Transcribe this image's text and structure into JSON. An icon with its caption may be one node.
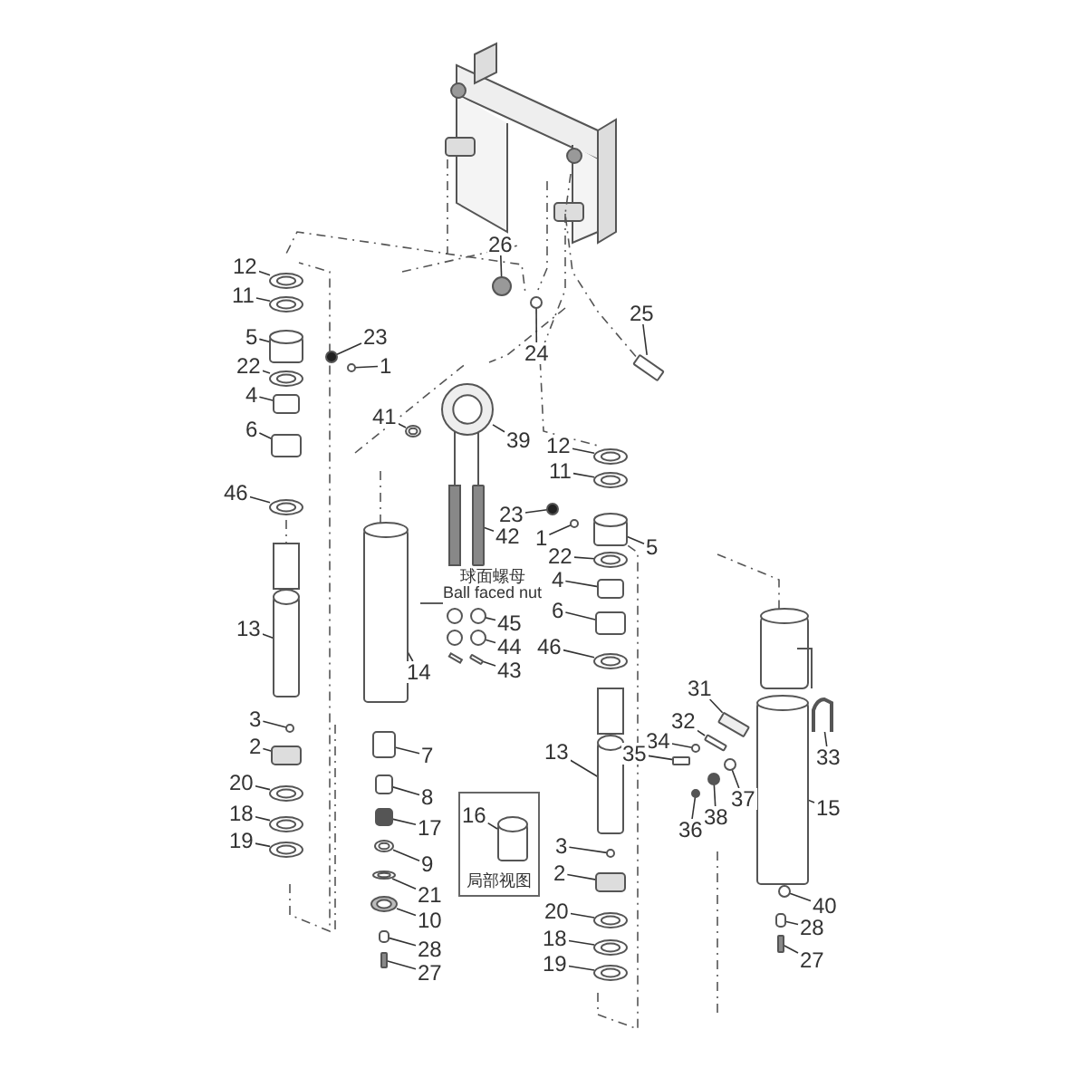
{
  "diagram": {
    "nodes": [
      {
        "text": [
          "12"
        ]
      },
      {
        "text": [
          "11"
        ]
      },
      {
        "text": [
          "5"
        ]
      },
      {
        "text": [
          "23"
        ]
      },
      {
        "text": [
          "1"
        ]
      },
      {
        "text": [
          "22"
        ]
      },
      {
        "text": [
          "4"
        ]
      },
      {
        "text": [
          "6"
        ]
      },
      {
        "text": [
          "46"
        ]
      },
      {
        "text": [
          "26"
        ]
      },
      {
        "text": [
          "24"
        ]
      },
      {
        "text": [
          "25"
        ]
      },
      {
        "text": [
          "41"
        ]
      },
      {
        "text": [
          "39"
        ]
      },
      {
        "text": [
          "12"
        ]
      },
      {
        "text": [
          "11"
        ]
      },
      {
        "text": [
          "23"
        ]
      },
      {
        "text": [
          "1"
        ]
      },
      {
        "text": [
          "42"
        ]
      },
      {
        "text": [
          "5"
        ]
      },
      {
        "text": [
          "22"
        ]
      },
      {
        "text": [
          "4"
        ]
      },
      {
        "text": [
          "6"
        ]
      },
      {
        "text": [
          "45"
        ]
      },
      {
        "text": [
          "44"
        ]
      },
      {
        "text": [
          "46"
        ]
      },
      {
        "text": [
          "13"
        ]
      },
      {
        "text": [
          "43"
        ]
      },
      {
        "text": [
          "14"
        ]
      },
      {
        "text": [
          "31"
        ]
      },
      {
        "text": [
          "32"
        ]
      },
      {
        "text": [
          "34"
        ]
      },
      {
        "text": [
          "35"
        ]
      },
      {
        "text": [
          "3"
        ]
      },
      {
        "text": [
          "2"
        ]
      },
      {
        "text": [
          "13"
        ]
      },
      {
        "text": [
          "33"
        ]
      },
      {
        "text": [
          "7"
        ]
      },
      {
        "text": [
          "20"
        ]
      },
      {
        "text": [
          "8"
        ]
      },
      {
        "text": [
          "37"
        ]
      },
      {
        "text": [
          "15"
        ]
      },
      {
        "text": [
          "38"
        ]
      },
      {
        "text": [
          "18"
        ]
      },
      {
        "text": [
          "局部视图"
        ]
      },
      {
        "text": [
          "16"
        ],
        "in": 44
      },
      {
        "text": [
          "36"
        ]
      },
      {
        "text": [
          "17"
        ]
      },
      {
        "text": [
          "19"
        ]
      },
      {
        "text": [
          "3"
        ]
      },
      {
        "text": [
          "9"
        ]
      },
      {
        "text": [
          "2"
        ]
      },
      {
        "text": [
          "21"
        ]
      },
      {
        "text": [
          "40"
        ]
      },
      {
        "text": [
          "20"
        ]
      },
      {
        "text": [
          "10"
        ]
      },
      {
        "text": [
          "28"
        ]
      },
      {
        "text": [
          "28"
        ]
      },
      {
        "text": [
          "18"
        ]
      },
      {
        "text": [
          "27"
        ]
      },
      {
        "text": [
          "19"
        ]
      },
      {
        "text": [
          "27"
        ]
      },
      {
        "text": [
          "球面螺母",
          "Ball faced nut"
        ]
      },
      {
        "text": [],
        "shape": "ring"
      },
      {
        "text": [],
        "shape": "ring"
      },
      {
        "text": [],
        "shape": "cylinder"
      },
      {
        "text": [],
        "shape": "ball"
      },
      {
        "text": [],
        "shape": "circle"
      },
      {
        "text": [],
        "shape": "ring"
      },
      {
        "text": [],
        "shape": "box"
      },
      {
        "text": [],
        "shape": "box"
      },
      {
        "text": [],
        "shape": "ring"
      },
      {
        "text": [],
        "shape": "ball"
      },
      {
        "text": [],
        "shape": "circle"
      },
      {
        "text": [],
        "shape": "bolt"
      },
      {
        "text": [],
        "shape": "ring"
      },
      {
        "text": [],
        "shape": "ring"
      },
      {
        "text": [],
        "shape": "ring"
      },
      {
        "text": [],
        "shape": "ring"
      },
      {
        "text": [],
        "shape": "ball"
      },
      {
        "text": [],
        "shape": "circle"
      },
      {
        "text": [],
        "shape": "bar"
      },
      {
        "text": [],
        "shape": "cylinder"
      },
      {
        "text": [],
        "shape": "ring"
      },
      {
        "text": [],
        "shape": "box"
      },
      {
        "text": [],
        "shape": "box"
      },
      {
        "text": [],
        "shape": "circle"
      },
      {
        "text": [],
        "shape": "circle"
      },
      {
        "text": [],
        "shape": "ring"
      },
      {
        "text": [],
        "shape": "cylinder"
      },
      {
        "text": [],
        "shape": "bar"
      },
      {
        "text": [],
        "shape": "cylinder"
      },
      {
        "text": [],
        "shape": "bar"
      },
      {
        "text": [],
        "shape": "bar"
      },
      {
        "text": [],
        "shape": "circle"
      },
      {
        "text": [],
        "shape": "bolt"
      },
      {
        "text": [],
        "shape": "circle"
      },
      {
        "text": [],
        "shape": "box"
      },
      {
        "text": [],
        "shape": "cylinder"
      },
      {
        "text": [],
        "shape": "pipe"
      },
      {
        "text": [],
        "shape": "box"
      },
      {
        "text": [],
        "shape": "ring"
      },
      {
        "text": [],
        "shape": "box"
      },
      {
        "text": [],
        "shape": "circle"
      },
      {
        "text": [],
        "shape": "cylinder"
      },
      {
        "text": [],
        "shape": "ball"
      },
      {
        "text": [],
        "shape": "ring"
      },
      {
        "text": [],
        "shape": "cylinder",
        "in": 44
      },
      {
        "text": [],
        "shape": "ball"
      },
      {
        "text": [],
        "shape": "box"
      },
      {
        "text": [],
        "shape": "ring"
      },
      {
        "text": [],
        "shape": "circle"
      },
      {
        "text": [],
        "shape": "ring"
      },
      {
        "text": [],
        "shape": "box"
      },
      {
        "text": [],
        "shape": "ring"
      },
      {
        "text": [],
        "shape": "circle"
      },
      {
        "text": [],
        "shape": "ring"
      },
      {
        "text": [],
        "shape": "ring"
      },
      {
        "text": [],
        "shape": "box"
      },
      {
        "text": [],
        "shape": "box"
      },
      {
        "text": [],
        "shape": "ring"
      },
      {
        "text": [],
        "shape": "bar"
      },
      {
        "text": [],
        "shape": "ring"
      },
      {
        "text": [],
        "shape": "bar"
      }
    ],
    "edges": [
      {
        "from": 0,
        "to": 63,
        "arrow": "none"
      },
      {
        "from": 1,
        "to": 64,
        "arrow": "none"
      },
      {
        "from": 2,
        "to": 65,
        "arrow": "none"
      },
      {
        "from": 3,
        "to": 66,
        "arrow": "none"
      },
      {
        "from": 4,
        "to": 67,
        "arrow": "none"
      },
      {
        "from": 5,
        "to": 68,
        "arrow": "none"
      },
      {
        "from": 6,
        "to": 69,
        "arrow": "none"
      },
      {
        "from": 7,
        "to": 70,
        "arrow": "none"
      },
      {
        "from": 8,
        "to": 71,
        "arrow": "none"
      },
      {
        "from": 9,
        "to": 72,
        "arrow": "none"
      },
      {
        "from": 10,
        "to": 73,
        "arrow": "none"
      },
      {
        "from": 11,
        "to": 74,
        "arrow": "none"
      },
      {
        "from": 12,
        "to": 75,
        "arrow": "none"
      },
      {
        "from": 13,
        "to": 76,
        "arrow": "none"
      },
      {
        "from": 14,
        "to": 77,
        "arrow": "none"
      },
      {
        "from": 15,
        "to": 78,
        "arrow": "none"
      },
      {
        "from": 16,
        "to": 79,
        "arrow": "none"
      },
      {
        "from": 17,
        "to": 80,
        "arrow": "none"
      },
      {
        "from": 18,
        "to": 81,
        "arrow": "none"
      },
      {
        "from": 19,
        "to": 82,
        "arrow": "none"
      },
      {
        "from": 20,
        "to": 83,
        "arrow": "none"
      },
      {
        "from": 21,
        "to": 84,
        "arrow": "none"
      },
      {
        "from": 22,
        "to": 85,
        "arrow": "none"
      },
      {
        "from": 23,
        "to": 86,
        "arrow": "none"
      },
      {
        "from": 24,
        "to": 87,
        "arrow": "none"
      },
      {
        "from": 25,
        "to": 88,
        "arrow": "none"
      },
      {
        "from": 26,
        "to": 89,
        "arrow": "none"
      },
      {
        "from": 27,
        "to": 90,
        "arrow": "none"
      },
      {
        "from": 28,
        "to": 91,
        "arrow": "none"
      },
      {
        "from": 29,
        "to": 92,
        "arrow": "none"
      },
      {
        "from": 30,
        "to": 93,
        "arrow": "none"
      },
      {
        "from": 31,
        "to": 94,
        "arrow": "none"
      },
      {
        "from": 32,
        "to": 95,
        "arrow": "none"
      },
      {
        "from": 33,
        "to": 96,
        "arrow": "none"
      },
      {
        "from": 34,
        "to": 97,
        "arrow": "none"
      },
      {
        "from": 35,
        "to": 98,
        "arrow": "none"
      },
      {
        "from": 36,
        "to": 99,
        "arrow": "none"
      },
      {
        "from": 37,
        "to": 100,
        "arrow": "none"
      },
      {
        "from": 38,
        "to": 101,
        "arrow": "none"
      },
      {
        "from": 39,
        "to": 102,
        "arrow": "none"
      },
      {
        "from": 40,
        "to": 103,
        "arrow": "none"
      },
      {
        "from": 41,
        "to": 104,
        "arrow": "none"
      },
      {
        "from": 42,
        "to": 105,
        "arrow": "none"
      },
      {
        "from": 43,
        "to": 106,
        "arrow": "none"
      },
      {
        "from": 45,
        "to": 107,
        "arrow": "none"
      },
      {
        "from": 46,
        "to": 108,
        "arrow": "none"
      },
      {
        "from": 47,
        "to": 109,
        "arrow": "none"
      },
      {
        "from": 48,
        "to": 110,
        "arrow": "none"
      },
      {
        "from": 49,
        "to": 111,
        "arrow": "none"
      },
      {
        "from": 50,
        "to": 112,
        "arrow": "none"
      },
      {
        "from": 51,
        "to": 113,
        "arrow": "none"
      },
      {
        "from": 52,
        "to": 114,
        "arrow": "none"
      },
      {
        "from": 53,
        "to": 115,
        "arrow": "none"
      },
      {
        "from": 54,
        "to": 116,
        "arrow": "none"
      },
      {
        "from": 55,
        "to": 117,
        "arrow": "none"
      },
      {
        "from": 56,
        "to": 118,
        "arrow": "none"
      },
      {
        "from": 57,
        "to": 119,
        "arrow": "none"
      },
      {
        "from": 58,
        "to": 120,
        "arrow": "none"
      },
      {
        "from": 59,
        "to": 121,
        "arrow": "none"
      },
      {
        "from": 60,
        "to": 122,
        "arrow": "none"
      },
      {
        "from": 61,
        "to": 123,
        "arrow": "none"
      },
      {
        "from": 62,
        "to": null,
        "arrow": "none"
      }
    ]
  }
}
